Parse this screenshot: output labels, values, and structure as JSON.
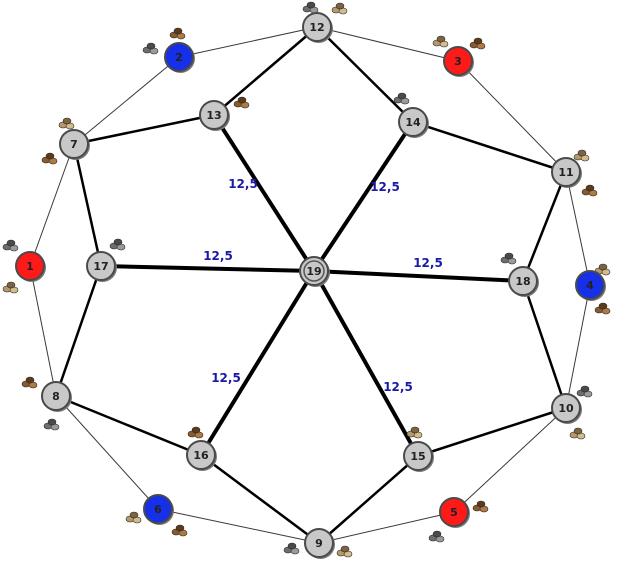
{
  "colors": {
    "red": "#ff1a1a",
    "blue": "#1530e8",
    "gray": "#c8c8c8",
    "edge_label": "#1a1aa8",
    "node_outline": "#4a4a4a"
  },
  "nodes": [
    {
      "id": "1",
      "label": "1",
      "color": "red"
    },
    {
      "id": "2",
      "label": "2",
      "color": "blue"
    },
    {
      "id": "3",
      "label": "3",
      "color": "red"
    },
    {
      "id": "4",
      "label": "4",
      "color": "blue"
    },
    {
      "id": "5",
      "label": "5",
      "color": "red"
    },
    {
      "id": "6",
      "label": "6",
      "color": "blue"
    },
    {
      "id": "7",
      "label": "7",
      "color": "gray"
    },
    {
      "id": "8",
      "label": "8",
      "color": "gray"
    },
    {
      "id": "9",
      "label": "9",
      "color": "gray"
    },
    {
      "id": "10",
      "label": "10",
      "color": "gray"
    },
    {
      "id": "11",
      "label": "11",
      "color": "gray"
    },
    {
      "id": "12",
      "label": "12",
      "color": "gray"
    },
    {
      "id": "13",
      "label": "13",
      "color": "gray"
    },
    {
      "id": "14",
      "label": "14",
      "color": "gray"
    },
    {
      "id": "15",
      "label": "15",
      "color": "gray"
    },
    {
      "id": "16",
      "label": "16",
      "color": "gray"
    },
    {
      "id": "17",
      "label": "17",
      "color": "gray"
    },
    {
      "id": "18",
      "label": "18",
      "color": "gray"
    },
    {
      "id": "19",
      "label": "19",
      "color": "gray",
      "center": true
    }
  ],
  "edges": [
    {
      "from": "12",
      "to": "2",
      "style": "thin"
    },
    {
      "from": "2",
      "to": "7",
      "style": "thin"
    },
    {
      "from": "7",
      "to": "1",
      "style": "thin"
    },
    {
      "from": "1",
      "to": "8",
      "style": "thin"
    },
    {
      "from": "8",
      "to": "6",
      "style": "thin"
    },
    {
      "from": "6",
      "to": "9",
      "style": "thin"
    },
    {
      "from": "9",
      "to": "5",
      "style": "thin"
    },
    {
      "from": "5",
      "to": "10",
      "style": "thin"
    },
    {
      "from": "10",
      "to": "4",
      "style": "thin"
    },
    {
      "from": "4",
      "to": "11",
      "style": "thin"
    },
    {
      "from": "11",
      "to": "3",
      "style": "thin"
    },
    {
      "from": "3",
      "to": "12",
      "style": "thin"
    },
    {
      "from": "7",
      "to": "13",
      "style": "medium"
    },
    {
      "from": "13",
      "to": "12",
      "style": "medium"
    },
    {
      "from": "12",
      "to": "14",
      "style": "medium"
    },
    {
      "from": "14",
      "to": "11",
      "style": "medium"
    },
    {
      "from": "11",
      "to": "18",
      "style": "medium"
    },
    {
      "from": "18",
      "to": "10",
      "style": "medium"
    },
    {
      "from": "10",
      "to": "15",
      "style": "medium"
    },
    {
      "from": "15",
      "to": "9",
      "style": "medium"
    },
    {
      "from": "9",
      "to": "16",
      "style": "medium"
    },
    {
      "from": "16",
      "to": "8",
      "style": "medium"
    },
    {
      "from": "8",
      "to": "17",
      "style": "medium"
    },
    {
      "from": "17",
      "to": "7",
      "style": "medium"
    },
    {
      "from": "19",
      "to": "13",
      "style": "thick",
      "label": "12,5"
    },
    {
      "from": "19",
      "to": "14",
      "style": "thick",
      "label": "12,5"
    },
    {
      "from": "19",
      "to": "17",
      "style": "thick",
      "label": "12,5"
    },
    {
      "from": "19",
      "to": "18",
      "style": "thick",
      "label": "12,5"
    },
    {
      "from": "19",
      "to": "16",
      "style": "thick",
      "label": "12,5"
    },
    {
      "from": "19",
      "to": "15",
      "style": "thick",
      "label": "12,5"
    }
  ]
}
